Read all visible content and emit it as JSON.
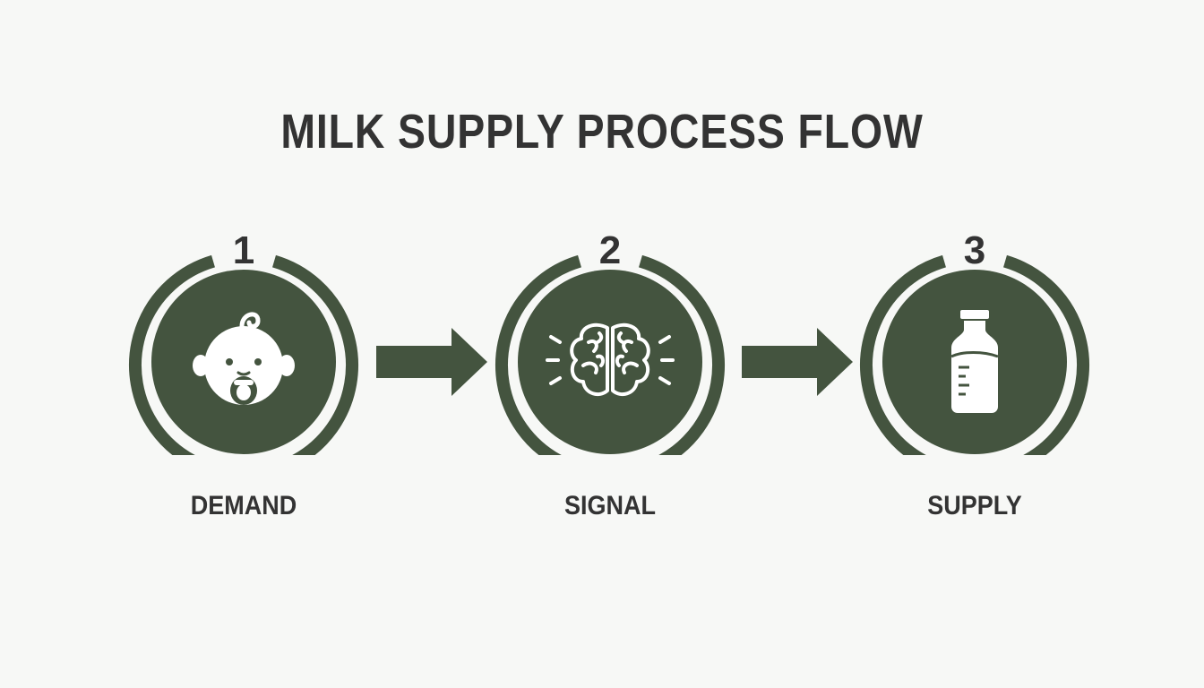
{
  "title": "MILK SUPPLY PROCESS FLOW",
  "colors": {
    "primary": "#44543f",
    "text": "#333333",
    "background": "#f7f8f6",
    "icon": "#ffffff"
  },
  "steps": [
    {
      "number": "1",
      "label": "DEMAND",
      "icon": "baby-with-pacifier-icon"
    },
    {
      "number": "2",
      "label": "SIGNAL",
      "icon": "brain-icon"
    },
    {
      "number": "3",
      "label": "SUPPLY",
      "icon": "milk-bottle-icon"
    }
  ],
  "connectors": [
    "right-arrow",
    "right-arrow"
  ]
}
